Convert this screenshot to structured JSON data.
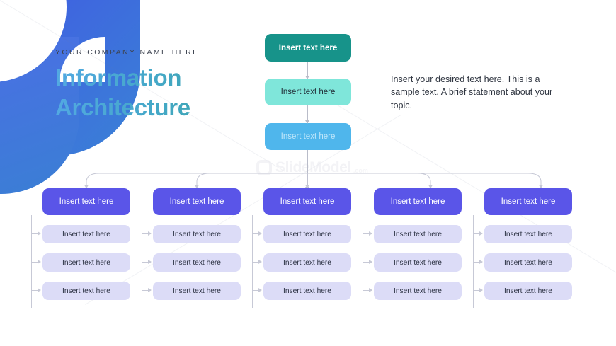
{
  "slide": {
    "company_name": "YOUR COMPANY NAME HERE",
    "title_line_1": "Information",
    "title_line_2": "Architecture",
    "description": "Insert your desired text here. This is a sample text. A brief statement about your topic."
  },
  "watermark": {
    "brand": "SlideModel",
    "suffix": ".com"
  },
  "colors": {
    "blob_blue": "#3f63e0",
    "title_gradient_start": "#52a9e2",
    "title_gradient_end": "#2d9d8b",
    "node_1_bg": "#17938a",
    "node_2_bg": "#7fe6da",
    "node_3_bg": "#4fb6ec",
    "column_head_bg": "#5a55e8",
    "sub_item_bg": "#dcdcf7",
    "connector": "#c7c9d6"
  },
  "chain": {
    "nodes": [
      {
        "label": "Insert text here"
      },
      {
        "label": "Insert text here"
      },
      {
        "label": "Insert text here"
      }
    ]
  },
  "columns": [
    {
      "head": "Insert text here",
      "items": [
        {
          "label": "Insert text here"
        },
        {
          "label": "Insert text here"
        },
        {
          "label": "Insert text here"
        }
      ]
    },
    {
      "head": "Insert text here",
      "items": [
        {
          "label": "Insert text here"
        },
        {
          "label": "Insert text here"
        },
        {
          "label": "Insert text here"
        }
      ]
    },
    {
      "head": "Insert text here",
      "items": [
        {
          "label": "Insert text here"
        },
        {
          "label": "Insert text here"
        },
        {
          "label": "Insert text here"
        }
      ]
    },
    {
      "head": "Insert text here",
      "items": [
        {
          "label": "Insert text here"
        },
        {
          "label": "Insert text here"
        },
        {
          "label": "Insert text here"
        }
      ]
    },
    {
      "head": "Insert text here",
      "items": [
        {
          "label": "Insert text here"
        },
        {
          "label": "Insert text here"
        },
        {
          "label": "Insert text here"
        }
      ]
    }
  ]
}
